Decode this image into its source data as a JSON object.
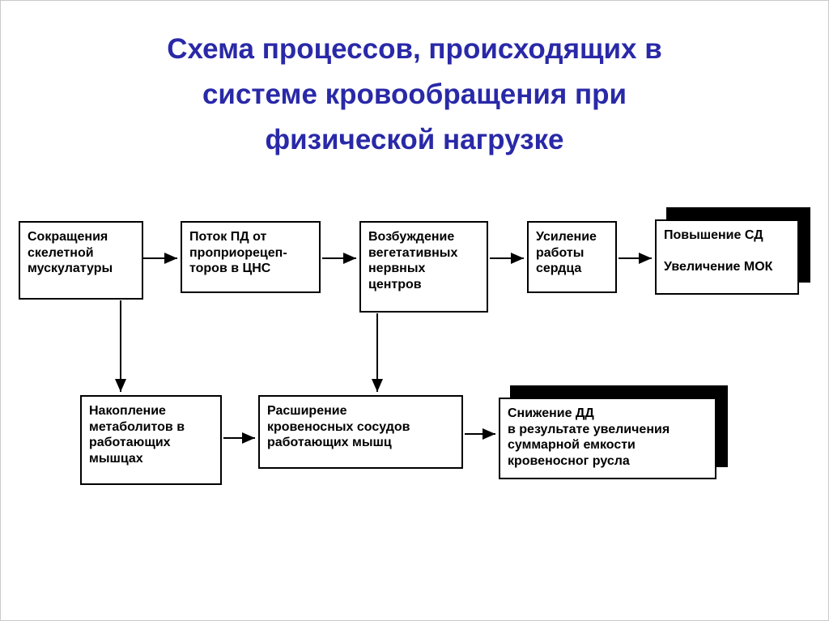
{
  "slide": {
    "title": "Схема процессов, происходящих в\nсистеме кровообращения при\nфизической нагрузке",
    "title_color": "#2929a8",
    "background_color": "#ffffff",
    "box_border_color": "#000000",
    "shadow_color": "#000000",
    "arrow_color": "#000000"
  },
  "boxes": [
    {
      "id": "skeletal-contractions",
      "text": "Сокращения\nскелетной\nмускулатуры"
    },
    {
      "id": "pd-flow-cns",
      "text": "Поток ПД от\nпроприорецеп-\nторов в ЦНС"
    },
    {
      "id": "vegetative-centers",
      "text": "Возбуждение\nвегетативных\nнервных\nцентров"
    },
    {
      "id": "heart-work-increase",
      "text": "Усиление\nработы\nсердца"
    },
    {
      "id": "sd-mok-increase",
      "text": "Повышение СД\n\nУвеличение МОК"
    },
    {
      "id": "metabolite-accumulation",
      "text": "Накопление\nметаболитов в\nработающих\nмышцах"
    },
    {
      "id": "vessel-dilation",
      "text": "Расширение\nкровеносных сосудов\nработающих мышц"
    },
    {
      "id": "dd-decrease",
      "text": "Снижение ДД\nв результате увеличения\nсуммарной емкости\nкровеносног русла"
    }
  ],
  "connections": [
    {
      "from": "skeletal-contractions",
      "to": "pd-flow-cns"
    },
    {
      "from": "pd-flow-cns",
      "to": "vegetative-centers"
    },
    {
      "from": "vegetative-centers",
      "to": "heart-work-increase"
    },
    {
      "from": "heart-work-increase",
      "to": "sd-mok-increase"
    },
    {
      "from": "skeletal-contractions",
      "to": "metabolite-accumulation"
    },
    {
      "from": "vegetative-centers",
      "to": "vessel-dilation"
    },
    {
      "from": "metabolite-accumulation",
      "to": "vessel-dilation"
    },
    {
      "from": "vessel-dilation",
      "to": "dd-decrease"
    }
  ]
}
